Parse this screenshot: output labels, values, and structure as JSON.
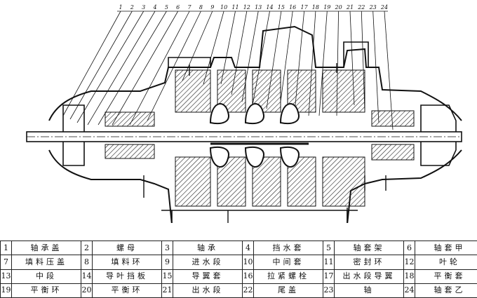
{
  "callout_numbers": [
    "1",
    "2",
    "3",
    "4",
    "5",
    "6",
    "7",
    "8",
    "9",
    "10",
    "11",
    "12",
    "13",
    "14",
    "15",
    "16",
    "17",
    "18",
    "19",
    "20",
    "21",
    "22",
    "23",
    "24"
  ],
  "parts_table": [
    [
      {
        "no": "1",
        "name": "轴承盖"
      },
      {
        "no": "2",
        "name": "螺母"
      },
      {
        "no": "3",
        "name": "轴承"
      },
      {
        "no": "4",
        "name": "挡水套"
      },
      {
        "no": "5",
        "name": "轴套架"
      },
      {
        "no": "6",
        "name": "轴套甲"
      }
    ],
    [
      {
        "no": "7",
        "name": "填料压盖"
      },
      {
        "no": "8",
        "name": "填料环"
      },
      {
        "no": "9",
        "name": "进水段"
      },
      {
        "no": "10",
        "name": "中间套"
      },
      {
        "no": "11",
        "name": "密封环"
      },
      {
        "no": "12",
        "name": "叶轮"
      }
    ],
    [
      {
        "no": "13",
        "name": "中段"
      },
      {
        "no": "14",
        "name": "导叶挡板"
      },
      {
        "no": "15",
        "name": "导翼套"
      },
      {
        "no": "16",
        "name": "拉紧螺栓"
      },
      {
        "no": "17",
        "name": "出水段导翼"
      },
      {
        "no": "18",
        "name": "平衡套"
      }
    ],
    [
      {
        "no": "19",
        "name": "平衡环"
      },
      {
        "no": "20",
        "name": "平衡环"
      },
      {
        "no": "21",
        "name": "出水段"
      },
      {
        "no": "22",
        "name": "尾盖"
      },
      {
        "no": "23",
        "name": "轴"
      },
      {
        "no": "24",
        "name": "轴套乙"
      }
    ]
  ]
}
